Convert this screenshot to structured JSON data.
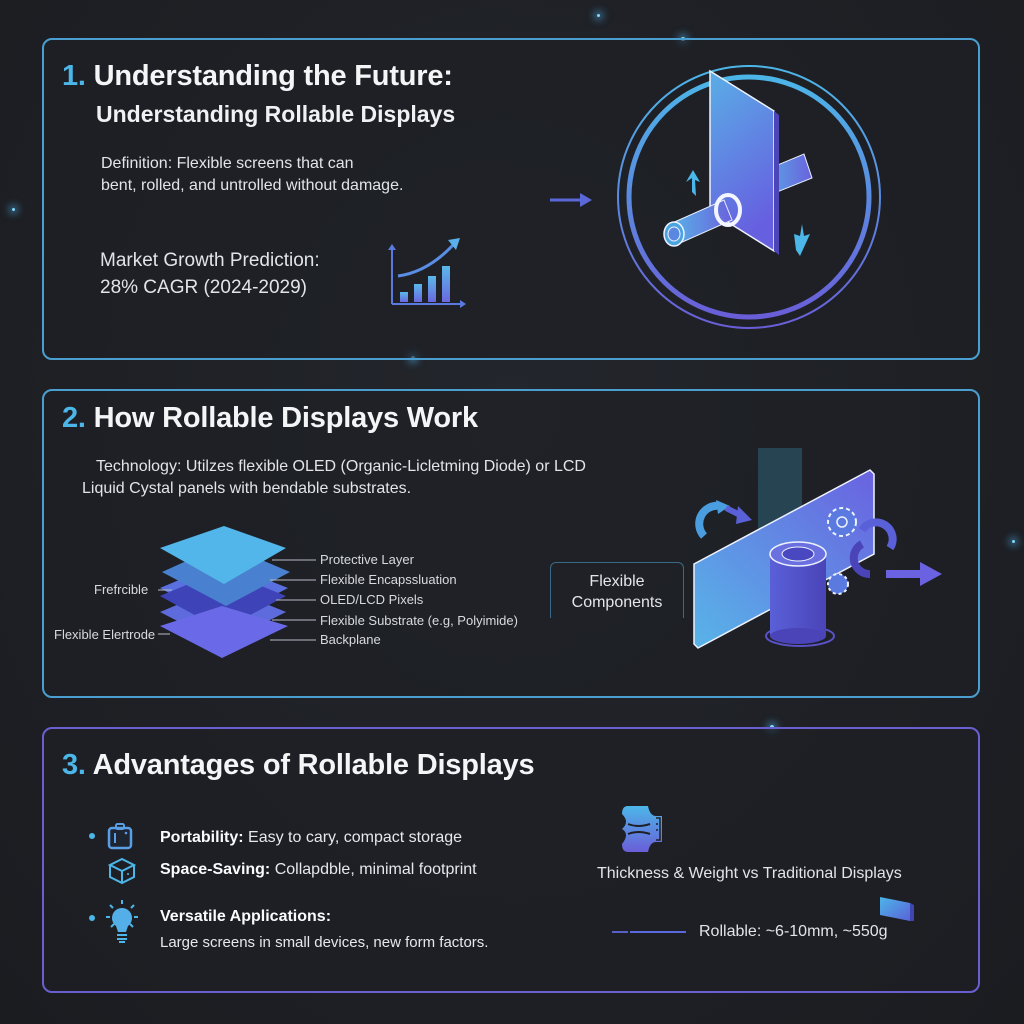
{
  "sections": [
    {
      "number": "1.",
      "title": "Understanding the Future:",
      "subtitle": "Understanding Rollable Displays",
      "definition_line1": "Definition: Flexible screens that can",
      "definition_line2": "bent, rolled, and untrolled without damage.",
      "growth_line1": "Market Growth Prediction:",
      "growth_line2": "28% CAGR (2024-2029)",
      "icons": [
        "bar-chart-growth-icon",
        "arrow-right-icon",
        "rolling-display-emblem-icon"
      ]
    },
    {
      "number": "2.",
      "title": "How Rollable Displays Work",
      "tech_line1": "Technology: Utilzes flexible OLED (Organic-Licletming Diode) or LCD",
      "tech_line2": "Liquid Cystal panels with bendable substrates.",
      "layers_right": [
        "Protective Layer",
        "Flexible Encapssluation",
        "OLED/LCD Pixels",
        "Flexible Substrate (e.g, Polyimide)",
        "Backplane"
      ],
      "layers_left": [
        "Frefrcible",
        "Flexible Elertrode"
      ],
      "components_label_line1": "Flexible",
      "components_label_line2": "Components"
    },
    {
      "number": "3.",
      "title": "Advantages of Rollable Displays",
      "advantages": [
        {
          "title": "Portability:",
          "text": "Easy to cary, compact storage",
          "icon": "suitcase-icon"
        },
        {
          "title": "Space-Saving:",
          "text": "Collapdble, minimal footprint",
          "icon": "box-icon"
        },
        {
          "title": "Versatile Applications:",
          "text": "Large screens in small devices, new form factors.",
          "icon": "lightbulb-icon"
        }
      ],
      "comparison_title": "Thickness & Weight vs Traditional Displays",
      "comparison_value": "Rollable: ~6-10mm, ~550g"
    }
  ],
  "colors": {
    "accent_cyan": "#4cb6e8",
    "accent_purple": "#6a5fd0",
    "panel_border_blue": "#4a9fd0",
    "background": "#1e2025"
  }
}
